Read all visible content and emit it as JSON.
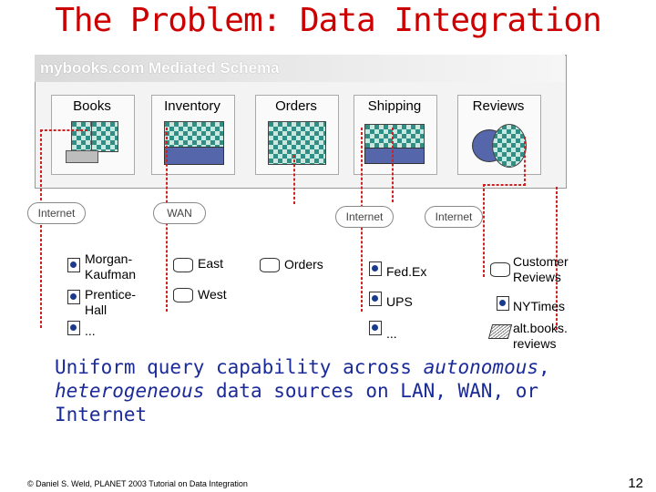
{
  "title": "The Problem: Data Integration",
  "schema": {
    "title": "mybooks.com Mediated Schema",
    "relations": [
      "Books",
      "Inventory",
      "Orders",
      "Shipping",
      "Reviews"
    ]
  },
  "networks": [
    "Internet",
    "WAN",
    "Internet",
    "Internet"
  ],
  "sources": {
    "col1": [
      "Morgan-\nKaufman",
      "Prentice-\nHall",
      "..."
    ],
    "col2": [
      "East",
      "West"
    ],
    "col3": [
      "Orders"
    ],
    "col4": [
      "Fed.Ex",
      "UPS",
      "..."
    ],
    "col5": [
      "Customer\nReviews",
      "NYTimes",
      "alt.books.\nreviews"
    ]
  },
  "caption_parts": [
    "Uniform query capability across ",
    "autonomous",
    ",",
    "heterogeneous",
    " data sources on LAN, WAN, or",
    "Internet"
  ],
  "footer": "© Daniel S. Weld, PLANET 2003 Tutorial on Data Integration",
  "page_number": "12"
}
